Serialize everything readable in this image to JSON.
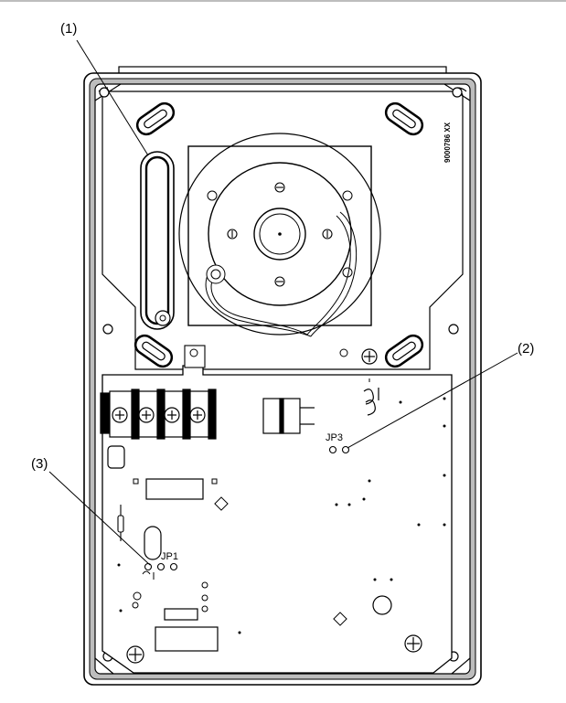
{
  "callouts": {
    "c1": "(1)",
    "c2": "(2)",
    "c3": "(3)"
  },
  "jumpers": {
    "jp3": "JP3",
    "jp1": "JP1"
  },
  "part_number": "9000786 XX",
  "colors": {
    "line": "#000000",
    "gray": "#bdbdbd",
    "background": "#ffffff"
  }
}
